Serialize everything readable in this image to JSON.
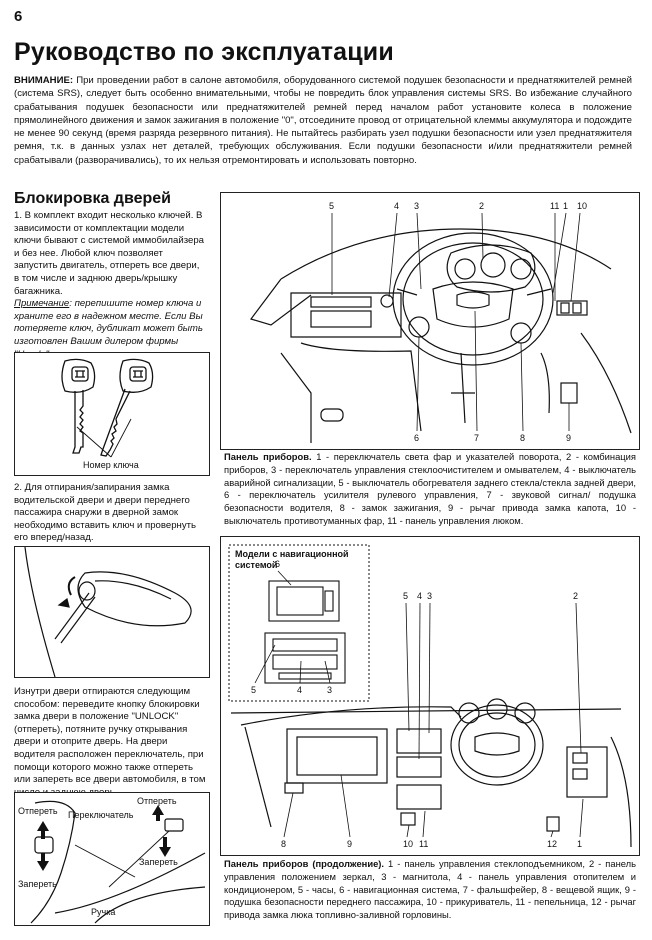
{
  "page": {
    "number": "6",
    "title": "Руководство по эксплуатации",
    "warning_label": "ВНИМАНИЕ:",
    "warning_text": " При проведении работ в салоне автомобиля, оборудованного системой подушек безопасности и преднатяжителей ремней (система SRS), следует быть особенно внимательными, чтобы не повредить блок управления системы SRS. Во избежание случайного срабатывания подушек безопасности или преднатяжителей ремней перед началом работ установите колеса в положение прямолинейного движения и замок зажигания в положение \"0\", отсоедините провод от отрицательной клеммы аккумулятора и подождите не менее 90 секунд (время разряда резервного питания). Не пытайтесь разбирать узел подушки безопасности или узел преднатяжителя ремня, т.к. в данных узлах нет деталей, требующих обслуживания. Если подушки безопасности и/или преднатяжители ремней срабатывали (разворачивались), то их нельзя отремонтировать и использовать повторно."
  },
  "section": {
    "title": "Блокировка дверей",
    "p1": "1. В комплект входит несколько ключей. В зависимости от комплектации модели ключи бывают с системой иммобилайзера и без нее. Любой ключ позволяет запустить двигатель, отпереть все двери, в том числе и заднюю дверь/крышку багажника.",
    "note_label": "Примечание",
    "note_text": ": перепишите номер ключа и храните его в надежном месте. Если Вы потеряете ключ, дубликат может быть изготовлен Вашим дилером фирмы \"Honda\" по номеру.",
    "p2": "2. Для отпирания/запирания замка водительской двери и двери переднего пассажира снаружи в дверной замок необходимо вставить ключ и провернуть его вперед/назад.",
    "p3": "Изнутри двери отпираются следующим способом: переведите кнопку блокировки замка двери в положение \"UNLOCK\" (отпереть), потяните ручку открывания двери и отоприте дверь. На двери водителя расположен переключатель, при помощи которого можно также отпереть или запереть все двери автомобиля, в том числе и заднюю дверь."
  },
  "fig_keys": {
    "label": "Номер ключа"
  },
  "fig_lock": {
    "unlock_left": "Отпереть",
    "switch_label": "Переключатель",
    "unlock_right": "Отпереть",
    "lock_left": "Запереть",
    "lock_right": "Запереть",
    "handle": "Ручка"
  },
  "fig_dash1": {
    "callouts_top": [
      "5",
      "4",
      "3",
      "2",
      "11",
      "10",
      "1"
    ],
    "callouts_bottom": [
      "6",
      "7",
      "8",
      "9"
    ],
    "caption_bold": "Панель приборов.",
    "caption_text": " 1 - переключатель света фар и указателей поворота, 2 - комбинация приборов, 3 - переключатель управления стеклоочистителем и омывателем, 4 - выключатель аварийной сигнализации, 5 - выключатель обогревателя заднего стекла/стекла задней двери, 6 - переключатель усилителя рулевого управления, 7 - звуковой сигнал/ подушка безопасности водителя, 8 - замок зажигания, 9 - рычаг привода замка капота, 10 - выключатель противотуманных фар, 11 - панель управления люком."
  },
  "fig_dash2": {
    "inset_title": "Модели с навигационной системой",
    "inset_callouts": [
      "6",
      "5",
      "4",
      "3"
    ],
    "callouts_top": [
      "5",
      "4",
      "3",
      "2"
    ],
    "callouts_bottom": [
      "8",
      "9",
      "10",
      "11",
      "12",
      "1"
    ],
    "caption_bold": "Панель приборов (продолжение).",
    "caption_text": " 1 - панель управления стеклоподъемником, 2 - панель управления положением зеркал, 3 - магнитола, 4 - панель управления отопителем и кондиционером, 5 - часы, 6 - навигационная система, 7 - фальшфейер, 8 - вещевой ящик, 9 - подушка безопасности переднего пассажира, 10 - прикуриватель, 11 - пепельница, 12 - рычаг привода замка люка топливно-заливной горловины."
  }
}
